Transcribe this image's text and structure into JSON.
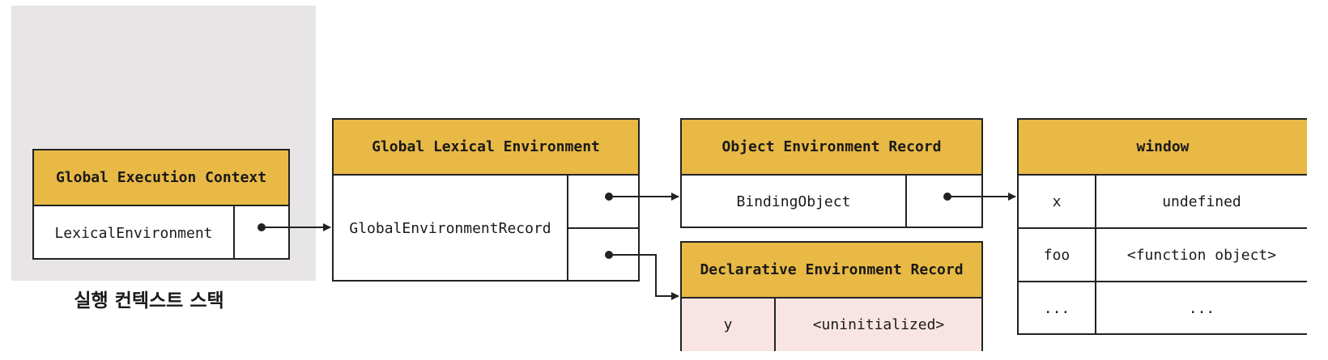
{
  "execution_context_stack": {
    "label": "실행 컨텍스트 스택",
    "global_execution_context": {
      "title": "Global Execution Context",
      "field": "LexicalEnvironment"
    }
  },
  "global_lexical_environment": {
    "title": "Global Lexical Environment",
    "field": "GlobalEnvironmentRecord"
  },
  "object_environment_record": {
    "title": "Object Environment Record",
    "field": "BindingObject"
  },
  "declarative_environment_record": {
    "title": "Declarative Environment Record",
    "rows": [
      {
        "key": "y",
        "value": "<uninitialized>"
      }
    ]
  },
  "window": {
    "title": "window",
    "rows": [
      {
        "key": "x",
        "value": "undefined"
      },
      {
        "key": "foo",
        "value": "<function object>"
      },
      {
        "key": "...",
        "value": "..."
      }
    ]
  },
  "colors": {
    "header": "#e8b945",
    "stack_background": "#e7e5e6",
    "declarative_row": "#f8e5e3",
    "line": "#222222"
  }
}
